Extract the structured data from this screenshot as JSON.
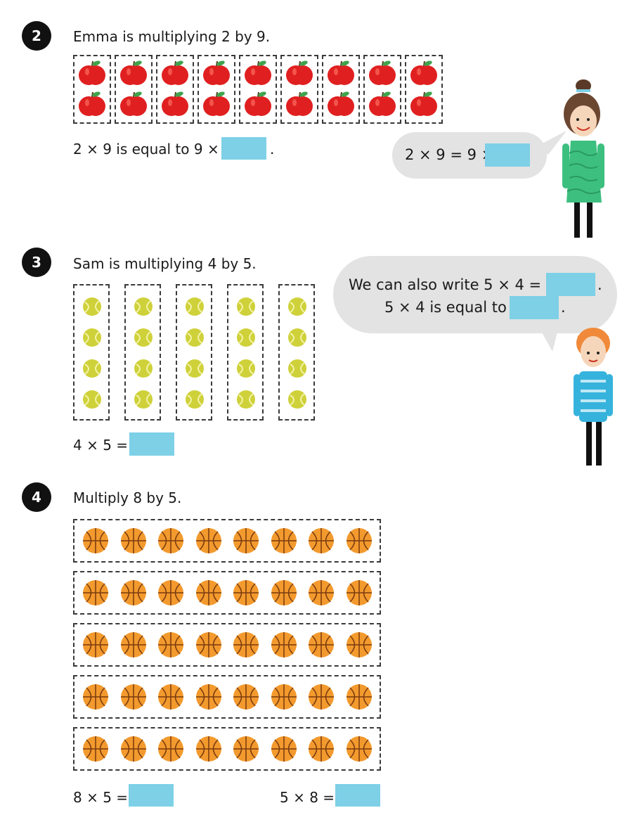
{
  "q2": {
    "number": "2",
    "prompt": "Emma is multiplying 2 by 9.",
    "statement": "2 × 9 is equal to 9 ×",
    "statement_end": ".",
    "speech": "2 × 9 = 9 ×",
    "item_icon": "apple-icon",
    "groups": 9,
    "per_group": 2
  },
  "q3": {
    "number": "3",
    "prompt": "Sam is multiplying 4 by 5.",
    "speech_line1": "We can also write 5 × 4 =",
    "speech_line1_end": ".",
    "speech_line2": "5 × 4 is equal to",
    "speech_line2_end": ".",
    "equation": "4 × 5 =",
    "item_icon": "tennis-ball-icon",
    "groups": 5,
    "per_group": 4
  },
  "q4": {
    "number": "4",
    "prompt": "Multiply 8 by 5.",
    "equation_a": "8 × 5 =",
    "equation_b": "5 × 8 =",
    "item_icon": "basketball-icon",
    "groups": 5,
    "per_group": 8
  },
  "colors": {
    "answer_box": "#7dd0e6",
    "apple": "#e02020",
    "tennis_ball": "#cfd13a",
    "basketball": "#f39a2e",
    "bubble": "#e3e3e3"
  }
}
